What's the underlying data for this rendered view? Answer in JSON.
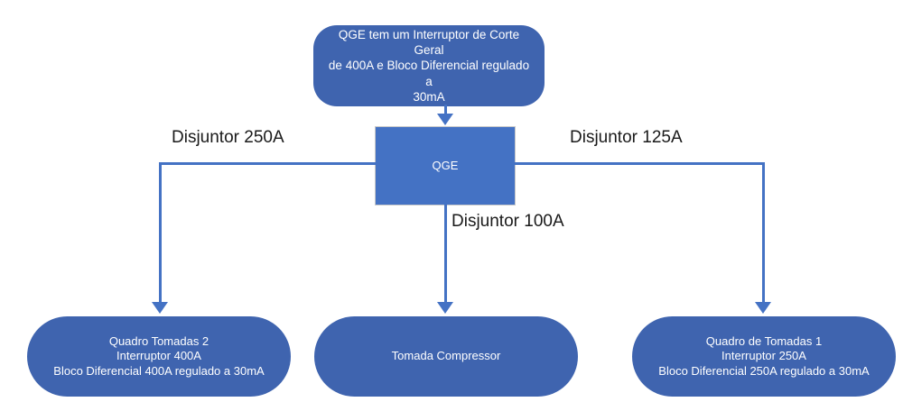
{
  "diagram": {
    "title": "Esquema unifilar QGE",
    "colors": {
      "node_rounded_fill": "#3F64AF",
      "node_rect_fill": "#4472C4",
      "connector": "#4472C4",
      "node_text": "#FFFFFF",
      "label_text": "#1A1A1A",
      "background": "#FFFFFF",
      "rect_border": "#C9C9C9"
    },
    "nodes": {
      "note_top": {
        "shape": "rounded-rectangle",
        "lines": [
          "QGE tem um Interruptor de Corte Geral",
          "de 400A e Bloco Diferencial regulado a",
          "30mA"
        ]
      },
      "qge": {
        "shape": "rectangle",
        "label": "QGE"
      },
      "quadro_tomadas_2": {
        "shape": "rounded-rectangle",
        "lines": [
          "Quadro Tomadas 2",
          "Interruptor 400A",
          "Bloco Diferencial 400A regulado a 30mA"
        ]
      },
      "tomada_compressor": {
        "shape": "rounded-rectangle",
        "lines": [
          "Tomada Compressor"
        ]
      },
      "quadro_tomadas_1": {
        "shape": "rounded-rectangle",
        "lines": [
          "Quadro de Tomadas 1",
          "Interruptor 250A",
          "Bloco Diferencial 250A regulado a 30mA"
        ]
      }
    },
    "edges": {
      "note_to_qge": {
        "label": "",
        "from": "note_top",
        "to": "qge"
      },
      "qge_to_quadro_tomadas_2": {
        "label": "Disjuntor 250A",
        "from": "qge",
        "to": "quadro_tomadas_2"
      },
      "qge_to_tomada_compressor": {
        "label": "Disjuntor 100A",
        "from": "qge",
        "to": "tomada_compressor"
      },
      "qge_to_quadro_tomadas_1": {
        "label": "Disjuntor 125A",
        "from": "qge",
        "to": "quadro_tomadas_1"
      }
    }
  }
}
